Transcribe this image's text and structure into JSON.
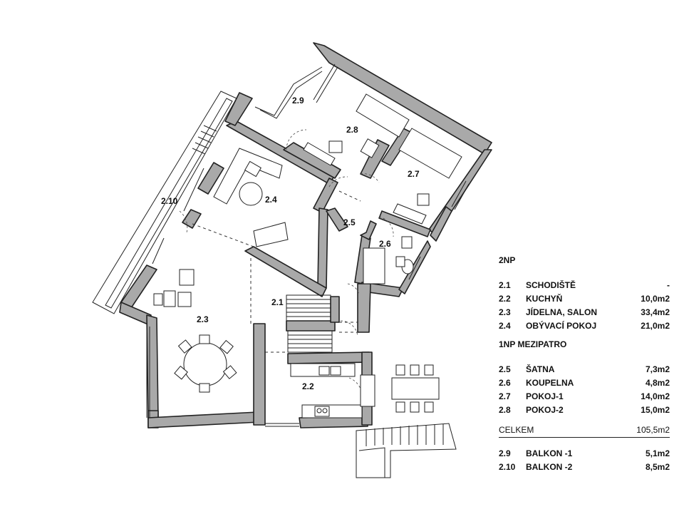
{
  "rooms": {
    "r2_1": "2.1",
    "r2_2": "2.2",
    "r2_3": "2.3",
    "r2_4": "2.4",
    "r2_5": "2.5",
    "r2_6": "2.6",
    "r2_7": "2.7",
    "r2_8": "2.8",
    "r2_9": "2.9",
    "r2_10": "2.10"
  },
  "legend": {
    "section_2np": "2NP",
    "items_2np": [
      {
        "num": "2.1",
        "name": "SCHODIŠTĚ",
        "area": "-"
      },
      {
        "num": "2.2",
        "name": "KUCHYŇ",
        "area": "10,0m2"
      },
      {
        "num": "2.3",
        "name": "JÍDELNA, SALON",
        "area": "33,4m2"
      },
      {
        "num": "2.4",
        "name": "OBÝVACÍ POKOJ",
        "area": "21,0m2"
      }
    ],
    "section_1np": "1NP MEZIPATRO",
    "items_1np": [
      {
        "num": "2.5",
        "name": "ŠATNA",
        "area": "7,3m2"
      },
      {
        "num": "2.6",
        "name": "KOUPELNA",
        "area": "4,8m2"
      },
      {
        "num": "2.7",
        "name": "POKOJ-1",
        "area": "14,0m2"
      },
      {
        "num": "2.8",
        "name": "POKOJ-2",
        "area": "15,0m2"
      }
    ],
    "total": {
      "name": "CELKEM",
      "area": "105,5m2"
    },
    "items_balcony": [
      {
        "num": "2.9",
        "name": "BALKON -1",
        "area": "5,1m2"
      },
      {
        "num": "2.10",
        "name": "BALKON -2",
        "area": "8,5m2"
      }
    ]
  }
}
